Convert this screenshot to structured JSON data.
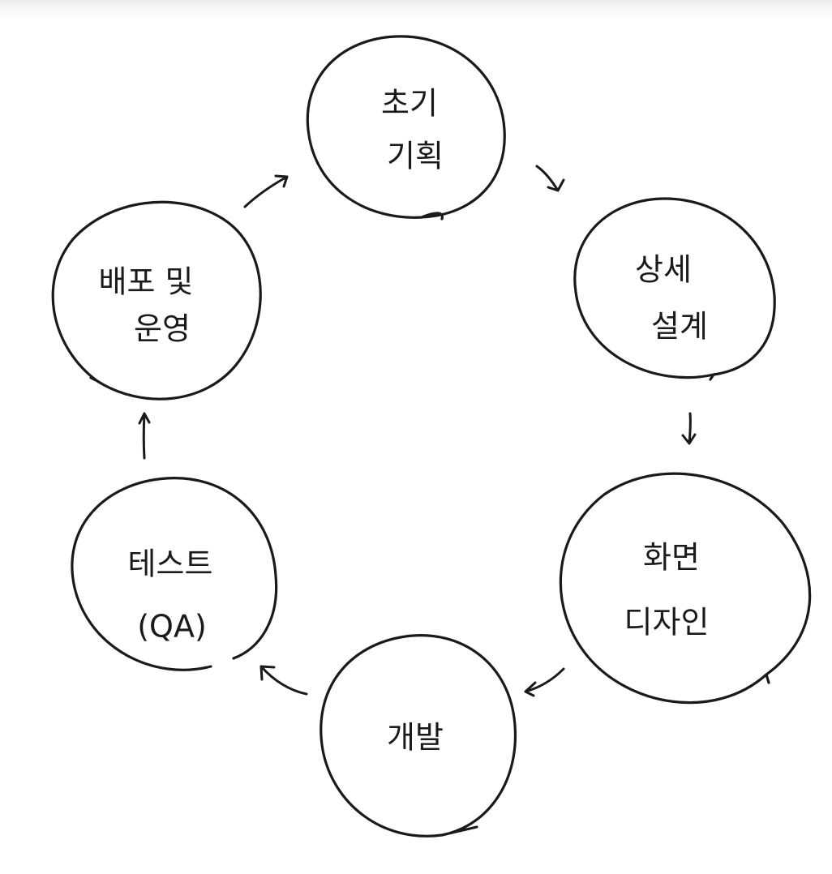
{
  "diagram": {
    "type": "cycle",
    "stroke_color": "#1a1a1a",
    "background_color": "#ffffff",
    "nodes": [
      {
        "id": "initial-planning",
        "lines": [
          "초기",
          "기획"
        ]
      },
      {
        "id": "detailed-design",
        "lines": [
          "상세",
          "설계"
        ]
      },
      {
        "id": "screen-design",
        "lines": [
          "화면",
          "디자인"
        ]
      },
      {
        "id": "development",
        "lines": [
          "개발"
        ]
      },
      {
        "id": "testing-qa",
        "lines": [
          "테스트",
          "(QA)"
        ]
      },
      {
        "id": "deploy-operate",
        "lines": [
          "배포 및",
          "운영"
        ]
      }
    ],
    "edges": [
      {
        "from": "initial-planning",
        "to": "detailed-design"
      },
      {
        "from": "detailed-design",
        "to": "screen-design"
      },
      {
        "from": "screen-design",
        "to": "development"
      },
      {
        "from": "development",
        "to": "testing-qa"
      },
      {
        "from": "testing-qa",
        "to": "deploy-operate"
      },
      {
        "from": "deploy-operate",
        "to": "initial-planning"
      }
    ]
  }
}
